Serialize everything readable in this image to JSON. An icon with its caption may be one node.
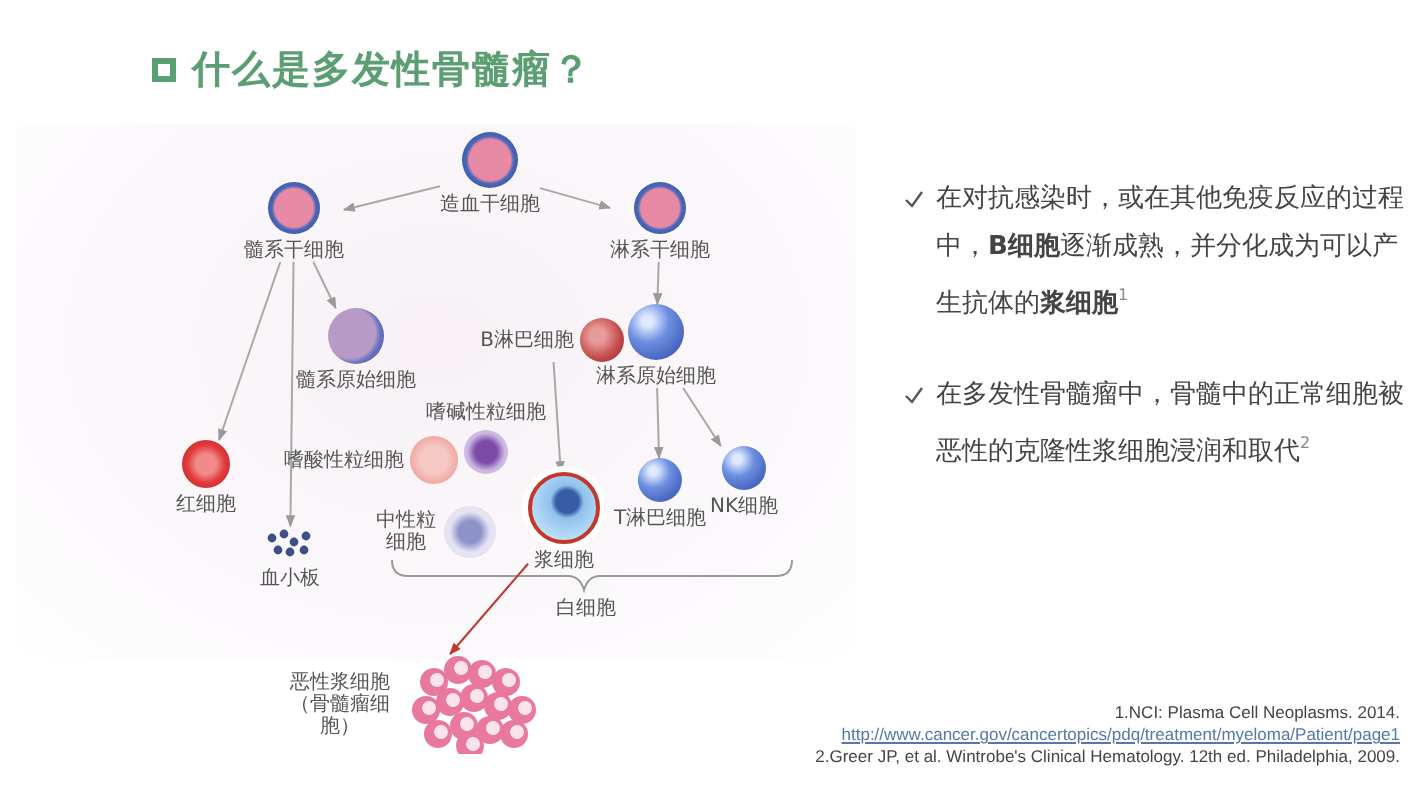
{
  "diagram": {
    "title": "什么是多发性骨髓瘤？",
    "nodes": [
      {
        "text": [
          "造血干细胞"
        ]
      },
      {
        "text": [
          "髓系干细胞"
        ]
      },
      {
        "text": [
          "淋系干细胞"
        ]
      },
      {
        "text": [
          "髓系原始细胞"
        ]
      },
      {
        "text": [
          "淋系原始细胞"
        ]
      },
      {
        "text": [
          "红细胞"
        ]
      },
      {
        "text": [
          "血小板"
        ]
      },
      {
        "text": [
          "嗜碱性粒细胞"
        ]
      },
      {
        "text": [
          "嗜酸性粒细胞"
        ]
      },
      {
        "text": [
          "中性粒细胞"
        ]
      },
      {
        "text": [
          "B淋巴细胞"
        ]
      },
      {
        "text": [
          "浆细胞"
        ]
      },
      {
        "text": [
          "T淋巴细胞"
        ]
      },
      {
        "text": [
          "NK细胞"
        ]
      },
      {
        "text": [
          "恶性浆细胞（骨髓瘤细胞）"
        ]
      }
    ],
    "edges": [
      {
        "from": 0,
        "to": 1,
        "arrow": "to"
      },
      {
        "from": 0,
        "to": 2,
        "arrow": "to"
      },
      {
        "from": 1,
        "to": 3,
        "arrow": "to"
      },
      {
        "from": 1,
        "to": 5,
        "arrow": "to"
      },
      {
        "from": 1,
        "to": 6,
        "arrow": "to"
      },
      {
        "from": 2,
        "to": 4,
        "arrow": "to"
      },
      {
        "from": 4,
        "to": 12,
        "arrow": "to"
      },
      {
        "from": 4,
        "to": 13,
        "arrow": "to"
      },
      {
        "from": 10,
        "to": 11,
        "arrow": "to"
      },
      {
        "from": 11,
        "to": 14,
        "arrow": "to",
        "color": "#c0392b"
      }
    ],
    "labels": [
      "白细胞",
      "在对抗感染时，或在其他免疫反应的过程中，**B细胞**逐渐成熟，并分化成为可以产生抗体的**浆细胞**$^{1}$",
      "在多发性骨髓瘤中，骨髓中的正常细胞被恶性的克隆性浆细胞浸润和取代$^{2}$",
      "1.NCI: Plasma Cell Neoplasms. 2014.",
      "http://www.cancer.gov/cancertopics/pdq/treatment/myeloma/Patient/page1",
      "2.Greer JP, et al. Wintrobe's Clinical Hematology. 12th ed. Philadelphia, 2009."
    ]
  }
}
